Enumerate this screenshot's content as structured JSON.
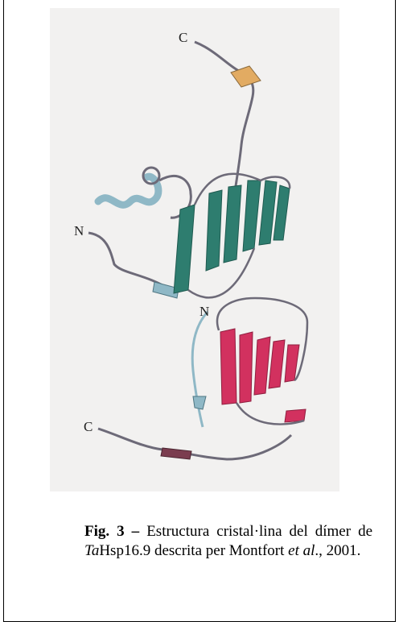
{
  "figure": {
    "labels": {
      "c_top": "C",
      "n_left": "N",
      "n_mid": "N",
      "c_bottom": "C"
    },
    "colors": {
      "teal": "#2e7d6f",
      "light_blue": "#8fb8c6",
      "pink": "#d2315f",
      "orange": "#e2ab62",
      "coil": "#6d6a78",
      "background": "#f2f1f0"
    }
  },
  "caption": {
    "fig": "Fig. 3",
    "dash": " – ",
    "text1": "Estructura cristal·lina del dímer de ",
    "species": "Ta",
    "protein": "Hsp16.9 descrita per Montfort ",
    "etal": "et al",
    "text2": "., 2001."
  }
}
